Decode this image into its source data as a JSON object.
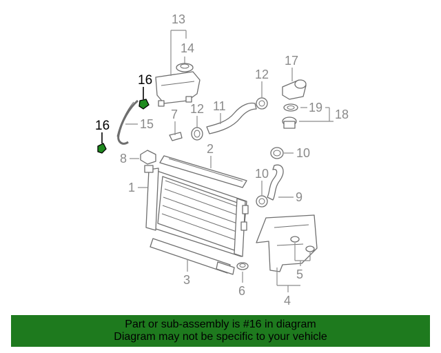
{
  "diagram": {
    "callouts": {
      "c1": "1",
      "c2": "2",
      "c3": "3",
      "c4": "4",
      "c5": "5",
      "c6": "6",
      "c7": "7",
      "c8": "8",
      "c9": "9",
      "c10a": "10",
      "c10b": "10",
      "c11": "11",
      "c12a": "12",
      "c12b": "12",
      "c13": "13",
      "c14": "14",
      "c15": "15",
      "c16a": "16",
      "c16b": "16",
      "c17": "17",
      "c18": "18",
      "c19": "19"
    },
    "highlight_color": "#1f8a1f"
  },
  "banner": {
    "line1": "Part or sub-assembly is #16 in diagram",
    "line2": "Diagram may not be specific to your vehicle",
    "color": "#1e7a1e"
  }
}
